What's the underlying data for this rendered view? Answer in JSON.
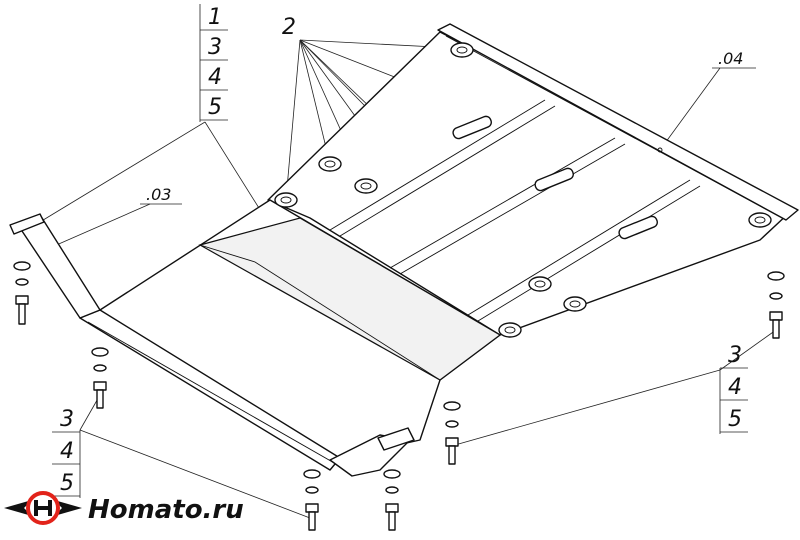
{
  "callouts": {
    "left_stack": [
      "1",
      "3",
      "4",
      "5"
    ],
    "top_number": "2",
    "part_03": ".03",
    "part_04": ".04",
    "right_stack": [
      "3",
      "4",
      "5"
    ],
    "bottom_stack": [
      "3",
      "4",
      "5"
    ]
  },
  "logo": {
    "text": "Homato.ru",
    "icon": "homato-wing-logo-icon",
    "colors": {
      "ring": "#e2231a",
      "wing": "#111111"
    }
  }
}
